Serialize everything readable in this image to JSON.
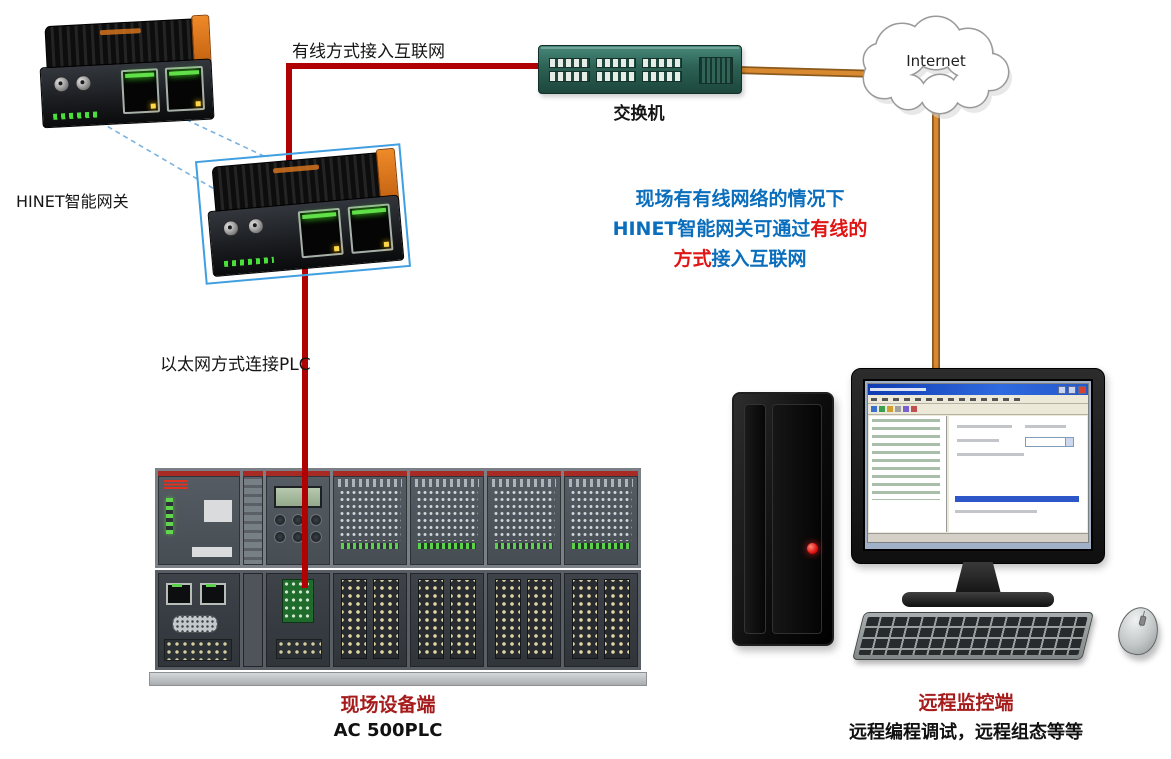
{
  "labels": {
    "gateway": "HINET智能网关",
    "wired_link": "有线方式接入互联网",
    "switch": "交换机",
    "internet": "Internet",
    "plc_link": "以太网方式连接PLC"
  },
  "note": {
    "line1": "现场有有线网络的情况下",
    "line2_blue": "HINET智能网关可通过",
    "line2_red": "有线的",
    "line3_red": "方式",
    "line3_blue": "接入互联网"
  },
  "captions": {
    "site_title": "现场设备端",
    "site_subtitle": "AC 500PLC",
    "remote_title": "远程监控端",
    "remote_subtitle": "远程编程调试，远程组态等等"
  },
  "colors": {
    "red_cable": "#b00202",
    "orange_cable": "#d9892f",
    "orange_cable_dark": "#8a5a1e",
    "note_blue": "#0a6ebd",
    "note_red": "#e01515",
    "title_red": "#a61c1c"
  }
}
